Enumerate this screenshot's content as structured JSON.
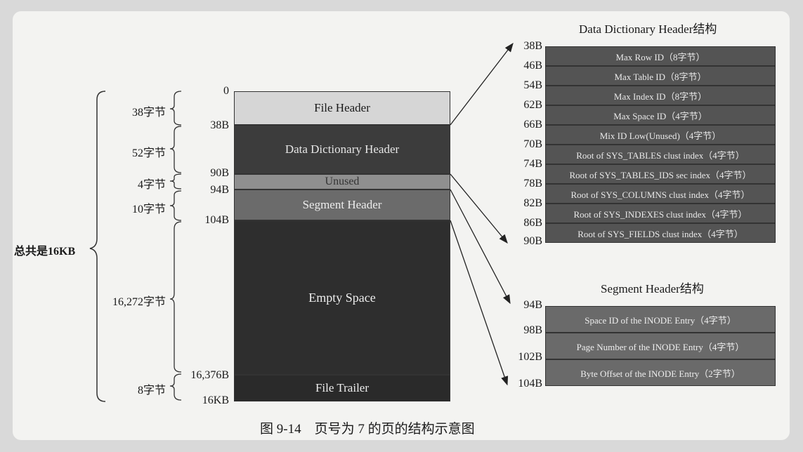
{
  "title_dd": "Data Dictionary Header结构",
  "title_seg": "Segment Header结构",
  "caption": "图 9-14　页号为 7 的页的结构示意图",
  "total": "总共是16KB",
  "sizes": [
    "38字节",
    "52字节",
    "4字节",
    "10字节",
    "16,272字节",
    "8字节"
  ],
  "offsets": [
    "0",
    "38B",
    "90B",
    "94B",
    "104B",
    "16,376B",
    "16KB"
  ],
  "blocks": [
    "File Header",
    "Data Dictionary Header",
    "Unused",
    "Segment Header",
    "Empty Space",
    "File Trailer"
  ],
  "dd_offsets": [
    "38B",
    "46B",
    "54B",
    "62B",
    "66B",
    "70B",
    "74B",
    "78B",
    "82B",
    "86B",
    "90B"
  ],
  "dd_rows": [
    "Max Row ID（8字节）",
    "Max Table ID（8字节）",
    "Max Index ID（8字节）",
    "Max Space ID（4字节）",
    "Mix ID Low(Unused)（4字节）",
    "Root of SYS_TABLES clust index（4字节）",
    "Root of SYS_TABLES_IDS sec index（4字节）",
    "Root of SYS_COLUMNS clust index（4字节）",
    "Root of SYS_INDEXES clust index（4字节）",
    "Root of SYS_FIELDS clust index（4字节）"
  ],
  "seg_offsets": [
    "94B",
    "98B",
    "102B",
    "104B"
  ],
  "seg_rows": [
    "Space ID of the INODE Entry（4字节）",
    "Page Number of the INODE Entry（4字节）",
    "Byte Offset of the INODE Entry（2字节）"
  ]
}
